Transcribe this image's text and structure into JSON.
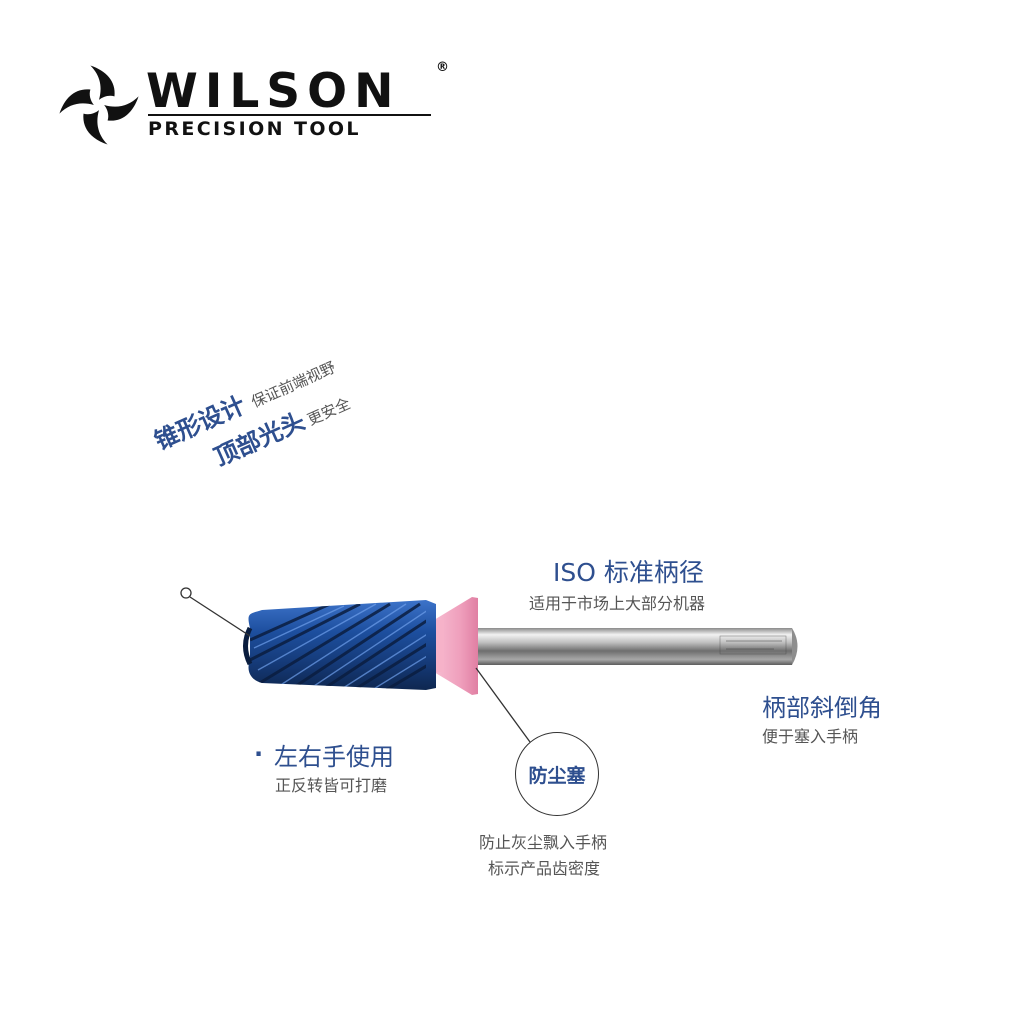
{
  "brand": {
    "name": "WILSON",
    "reg": "®",
    "tagline": "PRECISION TOOL"
  },
  "callouts": {
    "taper": {
      "title1": "锥形设计",
      "sub1": "保证前端视野",
      "title2": "顶部光头",
      "sub2": "更安全"
    },
    "iso": {
      "title": "ISO 标准柄径",
      "sub": "适用于市场上大部分机器"
    },
    "chamfer": {
      "title": "柄部斜倒角",
      "sub": "便于塞入手柄"
    },
    "left_right": {
      "bullet": "·",
      "title": "左右手使用",
      "sub": "正反转皆可打磨"
    },
    "dust": {
      "title": "防尘塞",
      "sub1": "防止灰尘飘入手柄",
      "sub2": "标示产品齿密度"
    }
  },
  "colors": {
    "accent_text": "#2e4f8f",
    "bit_blue": "#1f4e9c",
    "dust_cap_pink": "#f2a6c0"
  },
  "icons": [
    "wilson-logo-icon"
  ]
}
